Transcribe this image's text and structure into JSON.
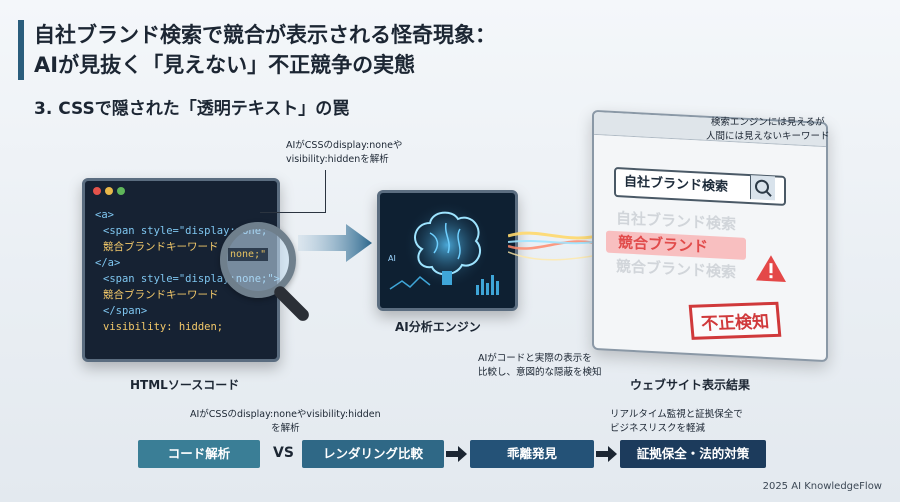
{
  "title": {
    "line1": "自社ブランド検索で競合が表示される怪奇現象：",
    "line2": "AIが見抜く「見えない」不正競争の実態"
  },
  "subtitle": "3. CSSで隠された「透明テキスト」の罠",
  "code_window": {
    "lines": [
      {
        "text": "<a>",
        "kind": "tag"
      },
      {
        "text": "<span style=\"display:none;\">",
        "kind": "tag"
      },
      {
        "text": "競合ブランドキーワード",
        "kind": "txt"
      },
      {
        "text": "</a>",
        "kind": "tag"
      },
      {
        "text": "<span style=\"display:none;\">",
        "kind": "tag"
      },
      {
        "text": "競合ブランドキーワード",
        "kind": "txt"
      },
      {
        "text": "</span>",
        "kind": "tag"
      },
      {
        "text": "visibility: hidden;",
        "kind": "txt"
      }
    ],
    "magnifier_text": "none;\"",
    "caption": "HTMLソースコード"
  },
  "notes": {
    "css_note": [
      "AIがCSSのdisplay:noneや",
      "visibility:hiddenを解析"
    ],
    "browser_note": [
      "検索エンジンには見えるが",
      "人間には見えないキーワード"
    ],
    "compare_note": [
      "AIがコードと実際の表示を",
      "比較し、意図的な隠蔽を検知"
    ]
  },
  "ai_engine": {
    "chip_label": "AI",
    "caption": "AI分析エンジン"
  },
  "browser": {
    "search_text": "自社ブランド検索",
    "ghost1": "自社ブランド検索",
    "ghost2": "競合ブランド検索",
    "highlight": "競合ブランド",
    "stamp": "不正検知",
    "caption": "ウェブサイト表示結果"
  },
  "flow": {
    "left_note": [
      "AIがCSSのdisplay:noneやvisibility:hidden",
      "を解析"
    ],
    "right_note": [
      "リアルタイム監視と証拠保全で",
      "ビジネスリスクを軽減"
    ],
    "vs": "VS",
    "steps": [
      "コード解析",
      "レンダリング比較",
      "乖離発見",
      "証拠保全・法的対策"
    ],
    "colors": [
      "#3a7e96",
      "#2f6886",
      "#245277",
      "#1c3b5c"
    ]
  },
  "footer": "2025 AI KnowledgeFlow"
}
